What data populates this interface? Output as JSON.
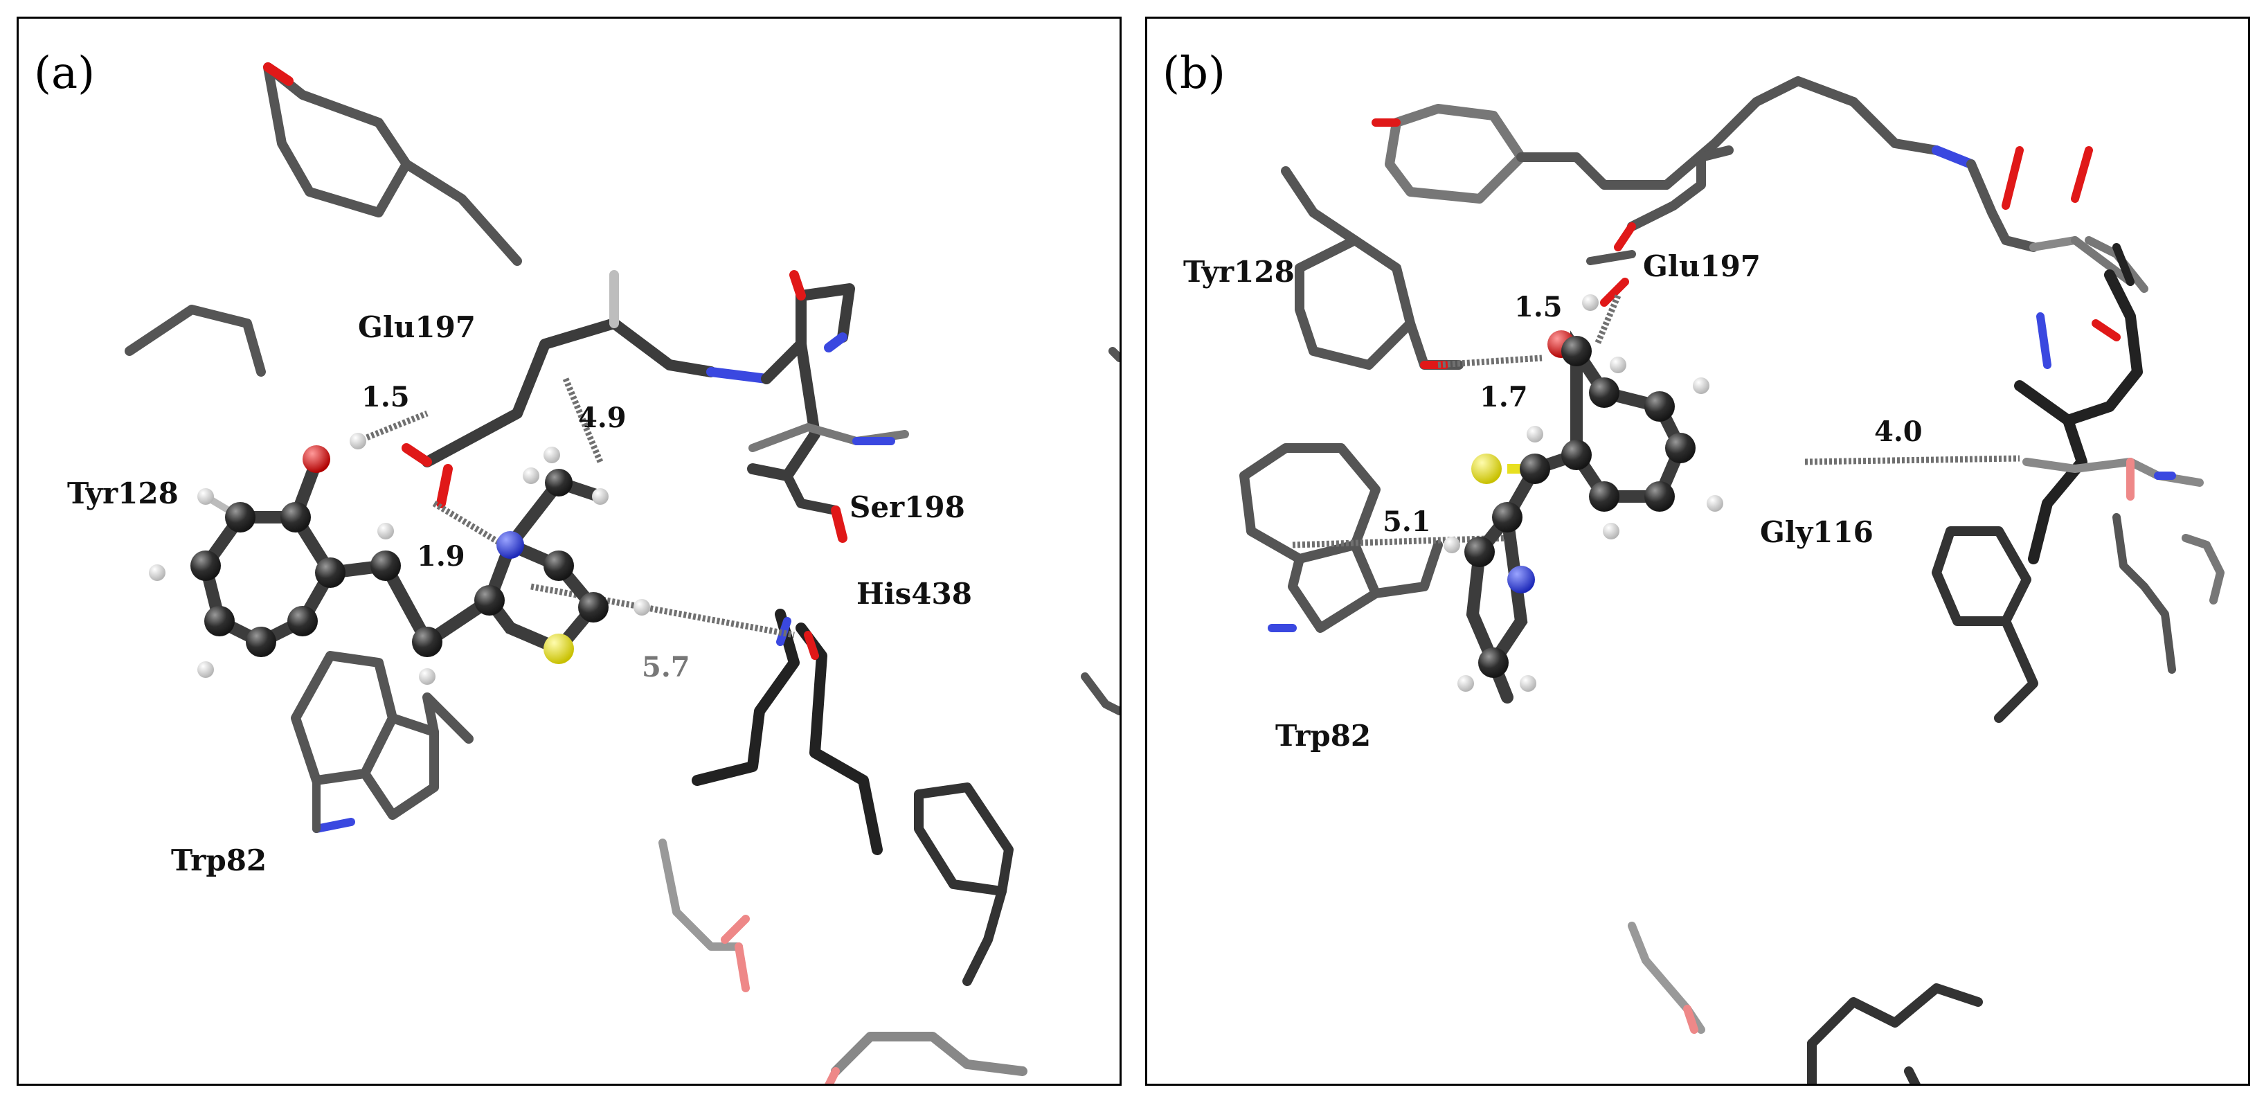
{
  "panels": [
    {
      "id": "a",
      "label": "(a)",
      "residues": [
        "Glu197",
        "Tyr128",
        "Ser198",
        "His438",
        "Trp82"
      ],
      "distances": [
        "1.5",
        "4.9",
        "1.9",
        "5.7"
      ]
    },
    {
      "id": "b",
      "label": "(b)",
      "residues": [
        "Tyr128",
        "Glu197",
        "Gly116",
        "Trp82"
      ],
      "distances": [
        "1.5",
        "1.7",
        "4.0",
        "5.1"
      ]
    }
  ],
  "colors": {
    "carbon_stick": "#3c3c3c",
    "carbon_stick_light": "#8c8c8c",
    "carbon_atom": "#2a2a2a",
    "oxygen": "#e01818",
    "nitrogen": "#3a48e0",
    "sulfur": "#e8e020",
    "hydrogen": "#f2f2f2",
    "distance_line": "#707070",
    "distance_label_faded": "#777777"
  }
}
